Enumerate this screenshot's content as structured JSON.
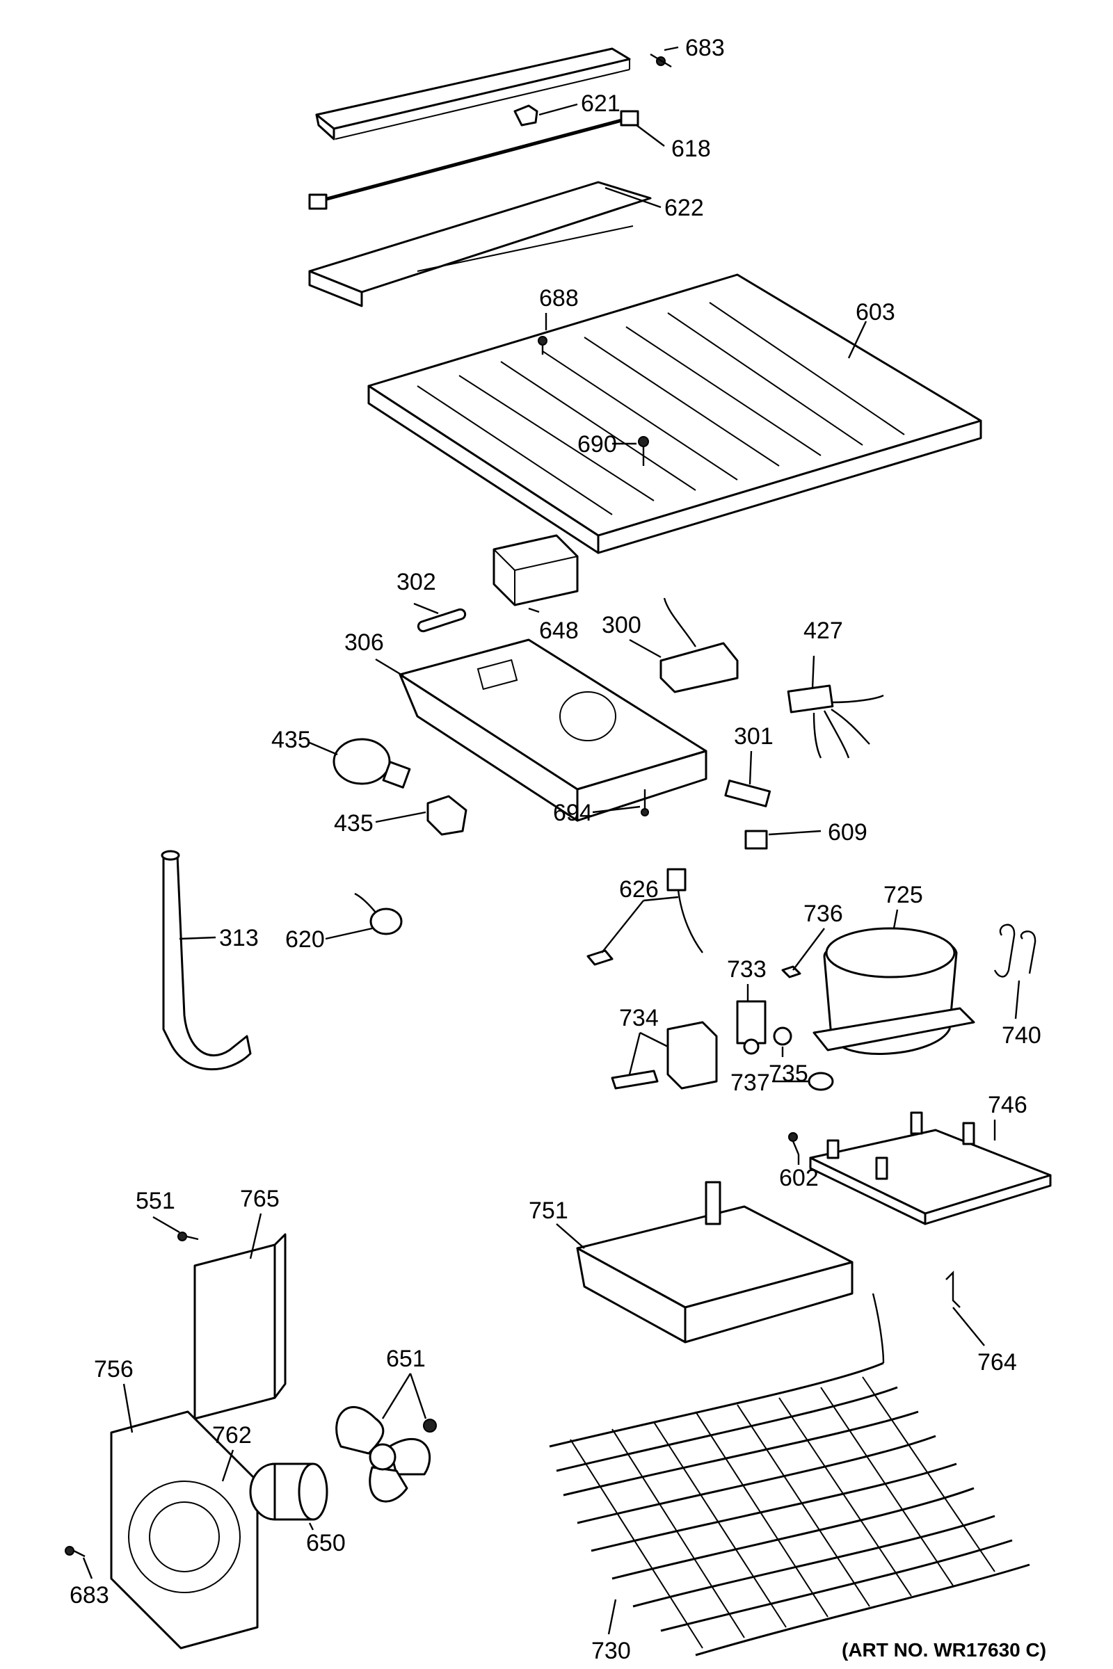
{
  "labels": {
    "p683a": "683",
    "p621": "621",
    "p618": "618",
    "p622": "622",
    "p688": "688",
    "p603": "603",
    "p690": "690",
    "p302": "302",
    "p648": "648",
    "p300": "300",
    "p427": "427",
    "p306": "306",
    "p435a": "435",
    "p435b": "435",
    "p301": "301",
    "p694": "694",
    "p609": "609",
    "p313": "313",
    "p620": "620",
    "p626": "626",
    "p736": "736",
    "p725": "725",
    "p733": "733",
    "p740": "740",
    "p734": "734",
    "p735": "735",
    "p737": "737",
    "p746": "746",
    "p602": "602",
    "p551": "551",
    "p765": "765",
    "p751": "751",
    "p764": "764",
    "p651": "651",
    "p756": "756",
    "p762": "762",
    "p650": "650",
    "p683b": "683",
    "p730": "730"
  },
  "art_no": "(ART NO. WR17630 C)"
}
